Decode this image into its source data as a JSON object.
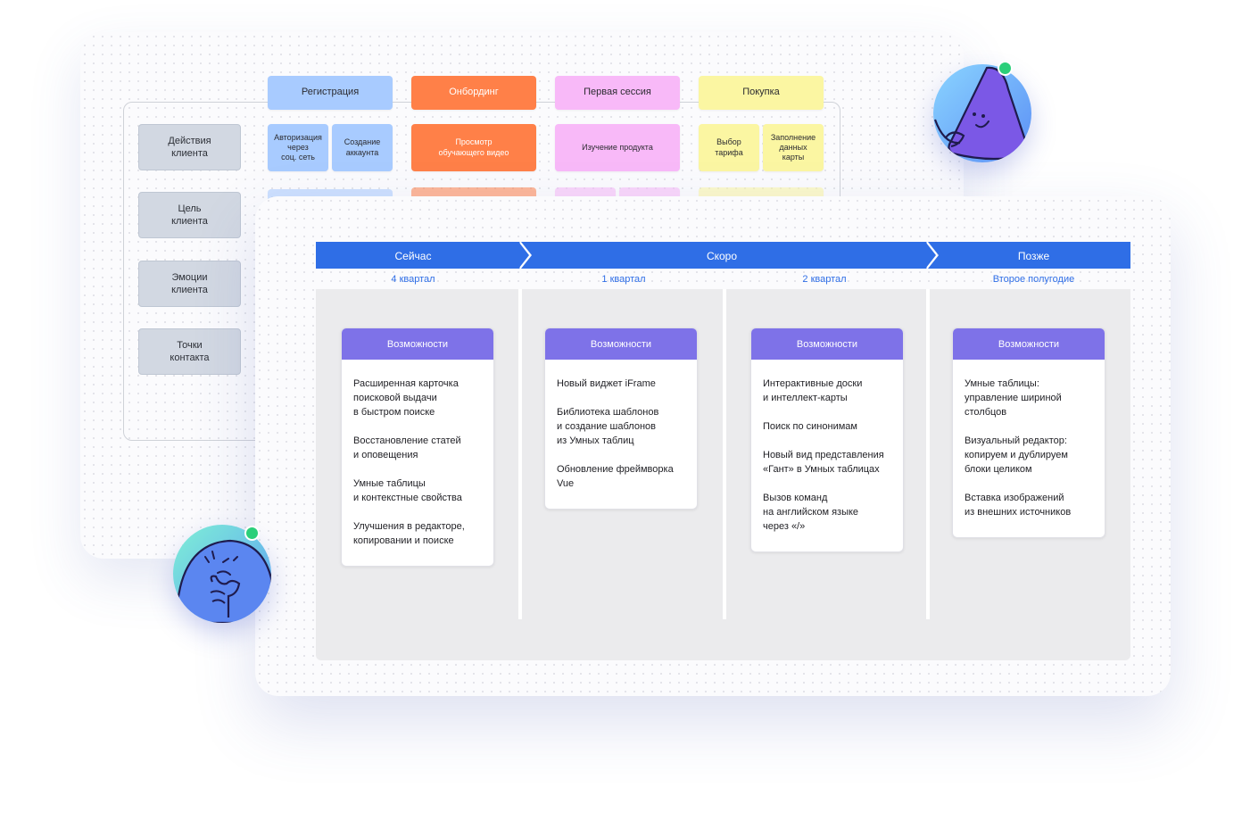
{
  "journey_map": {
    "stages": [
      {
        "label": "Регистрация",
        "color": "#a8cbff"
      },
      {
        "label": "Онбординг",
        "color": "#ff8048"
      },
      {
        "label": "Первая сессия",
        "color": "#f8b9f8"
      },
      {
        "label": "Покупка",
        "color": "#fbf6a2"
      }
    ],
    "rows": [
      "Действия\nклиента",
      "Цель\nклиента",
      "Эмоции\nклиента",
      "Точки\nконтакта"
    ],
    "actions": {
      "auth_social": "Авторизация\nчерез\nсоц. сеть",
      "create_account": "Создание\nаккаунта",
      "watch_video": "Просмотр\nобучающего видео",
      "study_product": "Изучение продукта",
      "choose_plan": "Выбор\nтарифа",
      "fill_card": "Заполнение\nданных\nкарты"
    }
  },
  "roadmap": {
    "phases": [
      "Сейчас",
      "Скоро",
      "Позже"
    ],
    "accent_color": "#2f6ee6",
    "columns": [
      {
        "period": "4 квартал",
        "header": "Возможности",
        "items": [
          "Расширенная карточка\nпоисковой выдачи\nв быстром поиске",
          "Восстановление статей\nи оповещения",
          "Умные таблицы\nи контекстные свойства",
          "Улучшения в редакторе,\nкопировании и поиске"
        ]
      },
      {
        "period": "1 квартал",
        "header": "Возможности",
        "items": [
          "Новый виджет iFrame",
          "Библиотека шаблонов\nи создание шаблонов\nиз Умных таблиц",
          "Обновление фреймворка\nVue"
        ]
      },
      {
        "period": "2 квартал",
        "header": "Возможности",
        "items": [
          "Интерактивные доски\nи интеллект-карты",
          "Поиск по синонимам",
          "Новый вид представления\n«Гант» в Умных таблицах",
          "Вызов команд\nна английском языке\nчерез «/»"
        ]
      },
      {
        "period": "Второе полугодие",
        "header": "Возможности",
        "items": [
          "Умные таблицы:\nуправление шириной\nстолбцов",
          "Визуальный редактор:\nкопируем и дублируем\nблоки целиком",
          "Вставка изображений\nиз внешних источников"
        ]
      }
    ]
  },
  "icons": {
    "avatar_top": "purple-character-avatar",
    "avatar_bottom": "thinking-character-avatar",
    "online": "online-status-dot"
  }
}
